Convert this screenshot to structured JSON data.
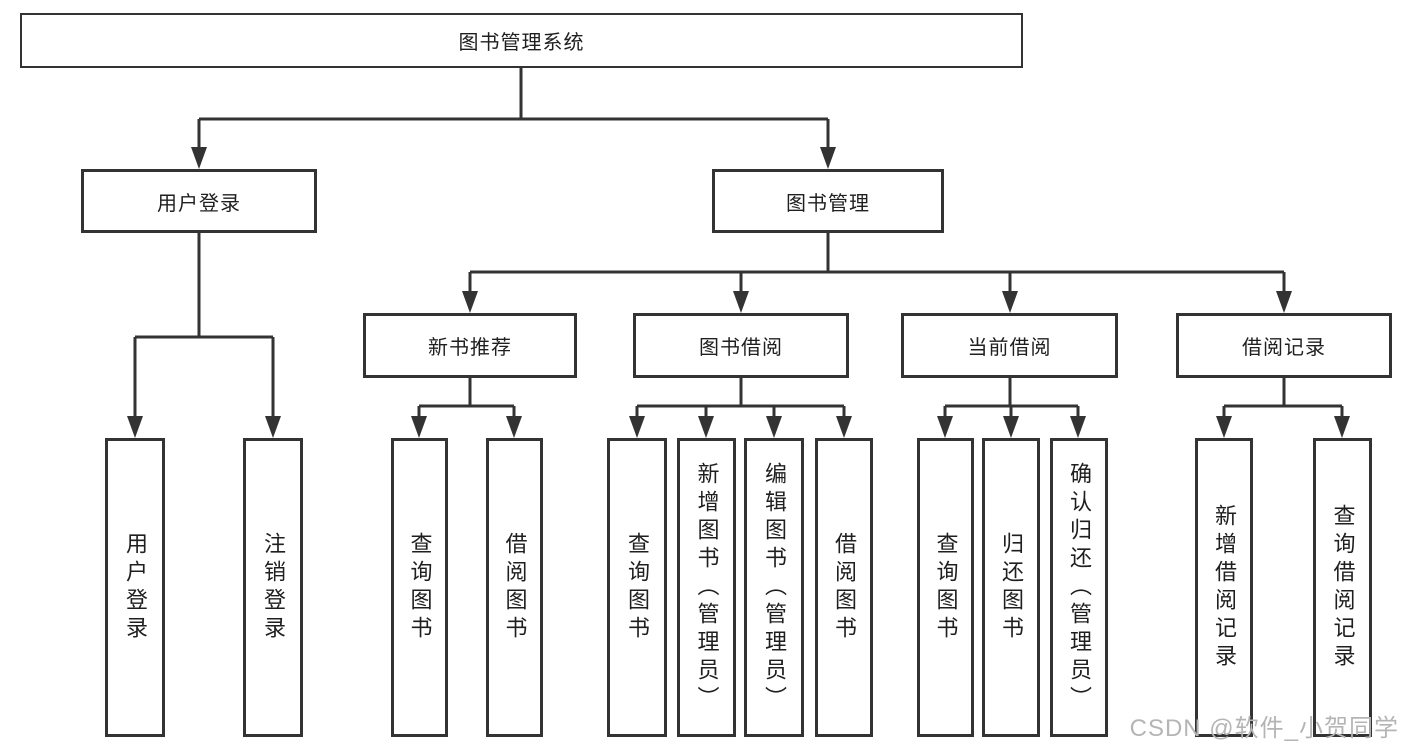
{
  "tree": {
    "root": {
      "label": "图书管理系统"
    },
    "level2": [
      {
        "label": "用户登录",
        "children": [
          {
            "label": "用户登录"
          },
          {
            "label": "注销登录"
          }
        ]
      },
      {
        "label": "图书管理",
        "children": [
          {
            "label": "新书推荐",
            "children": [
              {
                "label": "查询图书"
              },
              {
                "label": "借阅图书"
              }
            ]
          },
          {
            "label": "图书借阅",
            "children": [
              {
                "label": "查询图书"
              },
              {
                "label": "新增图书（管理员）"
              },
              {
                "label": "编辑图书（管理员）"
              },
              {
                "label": "借阅图书"
              }
            ]
          },
          {
            "label": "当前借阅",
            "children": [
              {
                "label": "查询图书"
              },
              {
                "label": "归还图书"
              },
              {
                "label": "确认归还（管理员）"
              }
            ]
          },
          {
            "label": "借阅记录",
            "children": [
              {
                "label": "新增借阅记录"
              },
              {
                "label": "查询借阅记录"
              }
            ]
          }
        ]
      }
    ]
  },
  "watermark": {
    "text": "CSDN @软件_小贺同学"
  },
  "colors": {
    "line": "#333333",
    "text": "#1f1f1f",
    "watermark": "#b5b5b5",
    "background": "#ffffff"
  }
}
